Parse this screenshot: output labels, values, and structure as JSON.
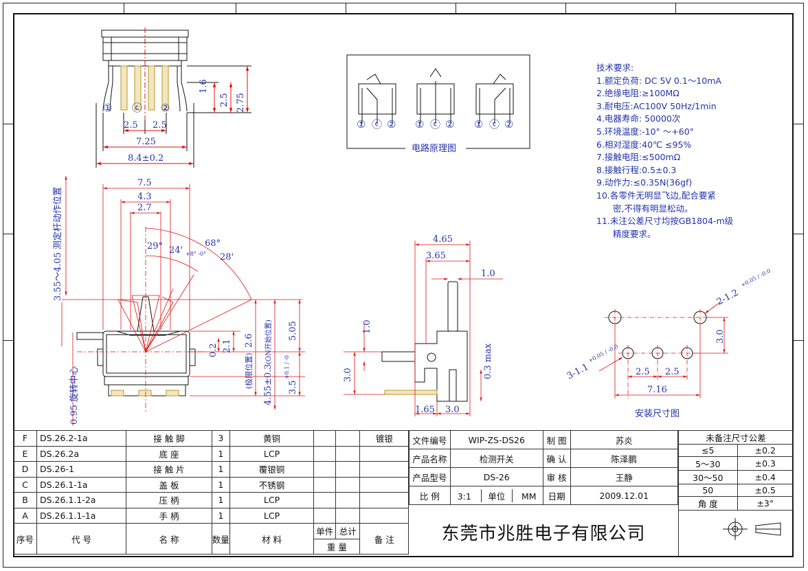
{
  "views": {
    "top": {
      "dims": [
        "1.6",
        "2.5",
        "2.75",
        "2.5",
        "2.5",
        "7.25",
        "8.4±0.2"
      ],
      "pins": [
        "①",
        "ⓒ",
        "②"
      ]
    },
    "circuit": {
      "caption": "电路原理图",
      "pins": [
        "①",
        "ⓒ",
        "②"
      ]
    },
    "front": {
      "dims": [
        "7.5",
        "4.3",
        "2.7",
        "0.2",
        "2.1",
        "5.05",
        "2.6",
        "4.55±0.3",
        "3.5"
      ],
      "tol_35": "+0.1 / -0",
      "angles": [
        "29°",
        "24'",
        "+8° -0°",
        "68°",
        "28'"
      ],
      "vert_labels": {
        "measure": "3.55～4.05 测定杆动作位置",
        "pivot": "0.95 旋转中心",
        "limit": "(极限位置)",
        "on_start": "(ON开始位置)"
      }
    },
    "side": {
      "dims": [
        "4.65",
        "3.65",
        "1.0",
        "1.0",
        "3.0",
        "0.3 max",
        "1.65",
        "3.0"
      ]
    },
    "mount": {
      "caption": "安装尺寸图",
      "dims": [
        "2-1.2",
        "+0.05 / -0.0",
        "3.0",
        "3-1.1",
        "+0.05 / -0.0",
        "2.5",
        "2.5",
        "7.16"
      ]
    }
  },
  "notes": {
    "title": "技术要求:",
    "items": [
      "1.额定负荷: DC 5V 0.1～10mA",
      "2.绝缘电阻:≥100MΩ",
      "3.耐电压:AC100V 50Hz/1min",
      "4.电器寿命: 50000次",
      "5.环境温度:-10° ～+60°",
      "6.相对湿度:40℃ ≤95%",
      "7.接触电阻:≤500mΩ",
      "8.接触行程:0.5±0.3",
      "9.动作力:≤0.35N(36gf)",
      "10.各零件无明显飞边,配合要紧",
      "密,不得有明显松动。",
      "11.未注公差尺寸均按GB1804-m级",
      "精度要求。"
    ]
  },
  "bom": {
    "rows": [
      {
        "no": "F",
        "code": "DS.26.2-1a",
        "name": "接 触 脚",
        "qty": "3",
        "mat": "黄铜",
        "note": "镀银"
      },
      {
        "no": "E",
        "code": "DS.26.2a",
        "name": "底 座",
        "qty": "1",
        "mat": "LCP",
        "note": ""
      },
      {
        "no": "D",
        "code": "DS.26-1",
        "name": "接 触 片",
        "qty": "1",
        "mat": "覆银铜",
        "note": ""
      },
      {
        "no": "C",
        "code": "DS.26.1-1a",
        "name": "盖 板",
        "qty": "1",
        "mat": "不锈钢",
        "note": ""
      },
      {
        "no": "B",
        "code": "DS.26.1.1-2a",
        "name": "压 柄",
        "qty": "1",
        "mat": "LCP",
        "note": ""
      },
      {
        "no": "A",
        "code": "DS.26.1.1-1a",
        "name": "手 柄",
        "qty": "1",
        "mat": "LCP",
        "note": ""
      }
    ],
    "header": {
      "no": "序号",
      "code": "代 号",
      "name": "名 称",
      "qty": "数量",
      "mat": "材 料",
      "unit": "单件",
      "total": "总计",
      "weight": "重 量",
      "note": "备 注"
    }
  },
  "title_block": {
    "file_no_label": "文件编号",
    "file_no": "WIP-ZS-DS26",
    "draw_label": "制 图",
    "draw": "苏炎",
    "product_label": "产品名称",
    "product": "检测开关",
    "check_label": "确 认",
    "check": "陈泽鹏",
    "model_label": "产品型号",
    "model": "DS-26",
    "review_label": "审 核",
    "review": "王静",
    "scale_label": "比 例",
    "scale": "3:1",
    "unit_label": "单位",
    "unit": "MM",
    "date_label": "日期",
    "date": "2009.12.01",
    "company": "东莞市兆胜电子有限公司"
  },
  "tolerance": {
    "title": "未备注尺寸公差",
    "rows": [
      [
        "≤5",
        "±0.2"
      ],
      [
        "5～30",
        "±0.3"
      ],
      [
        "30～50",
        "±0.4"
      ],
      [
        "50",
        "±0.5"
      ],
      [
        "角 度",
        "±3°"
      ]
    ]
  },
  "colors": {
    "dim_blue": "#2233aa",
    "red": "#dd1111",
    "pin_tan": "#b8962e",
    "line": "#111111"
  }
}
